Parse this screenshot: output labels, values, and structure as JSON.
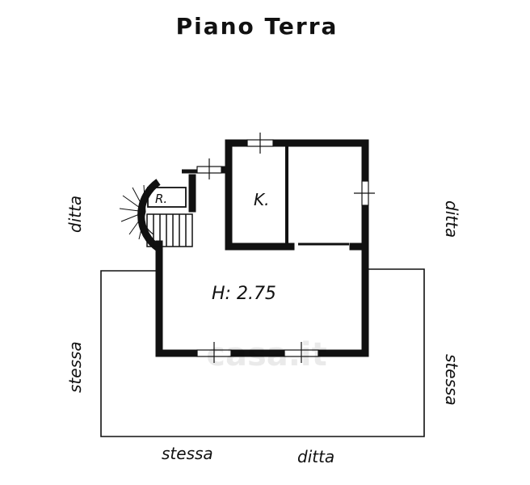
{
  "title": "Piano Terra",
  "rooms": {
    "kitchen_label": "K.",
    "storage_label": "R.",
    "height_label": "H: 2.75"
  },
  "neighbors": {
    "left_top": "ditta",
    "right_top": "ditta",
    "left_bottom": "stessa",
    "right_bottom": "stessa",
    "bottom_left": "stessa",
    "bottom_right": "ditta"
  },
  "watermark": "casa.it",
  "colors": {
    "ink": "#111111",
    "paper": "#ffffff"
  }
}
